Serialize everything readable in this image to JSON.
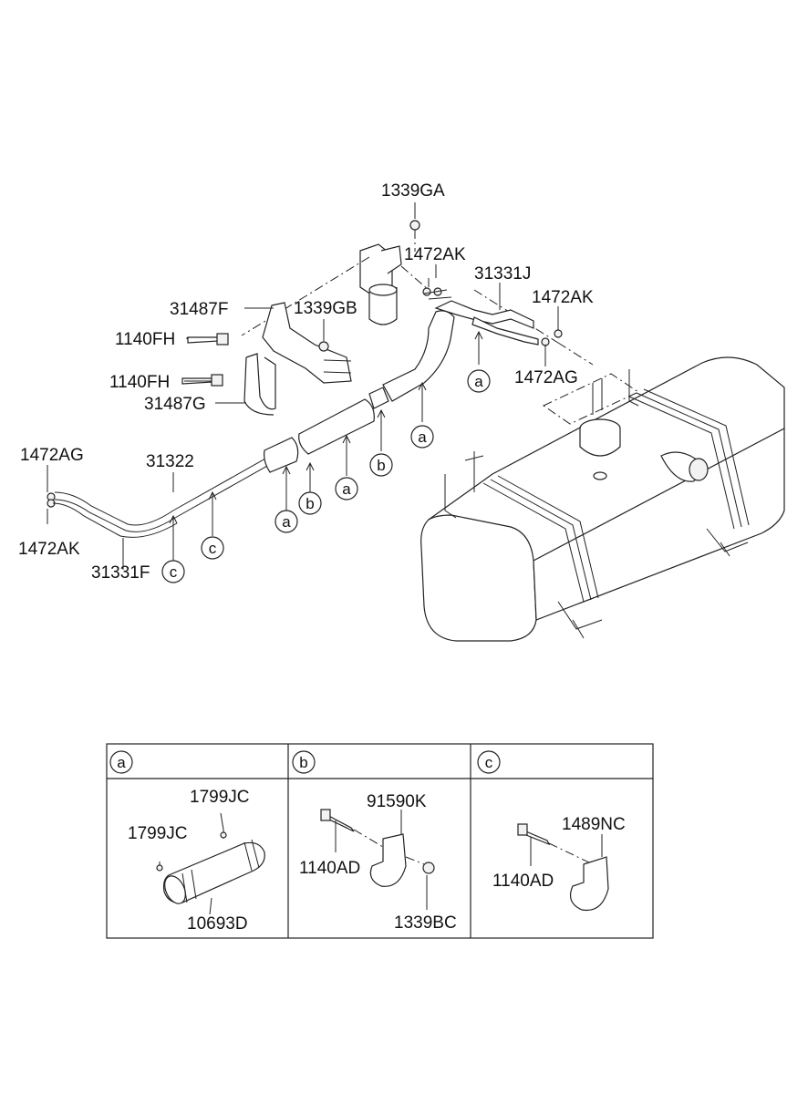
{
  "callouts": {
    "p1339GA": "1339GA",
    "p1472AK_top": "1472AK",
    "p31331J": "31331J",
    "p1472AK_right": "1472AK",
    "p1472AG_right": "1472AG",
    "p31487F": "31487F",
    "p1339GB": "1339GB",
    "p1140FH_1": "1140FH",
    "p1140FH_2": "1140FH",
    "p31487G": "31487G",
    "p1472AG_left": "1472AG",
    "p31322": "31322",
    "p1472AK_left": "1472AK",
    "p31331F": "31331F"
  },
  "markers": {
    "a1": "a",
    "a2": "a",
    "a3": "a",
    "a4": "a",
    "b1": "b",
    "b2": "b",
    "c1": "c",
    "c2": "c"
  },
  "detail_table": {
    "headers": [
      "a",
      "b",
      "c"
    ],
    "panel_a": {
      "p1": "1799JC",
      "p2": "1799JC",
      "p3": "10693D"
    },
    "panel_b": {
      "p1": "91590K",
      "p2": "1140AD",
      "p3": "1339BC"
    },
    "panel_c": {
      "p1": "1489NC",
      "p2": "1140AD"
    }
  }
}
